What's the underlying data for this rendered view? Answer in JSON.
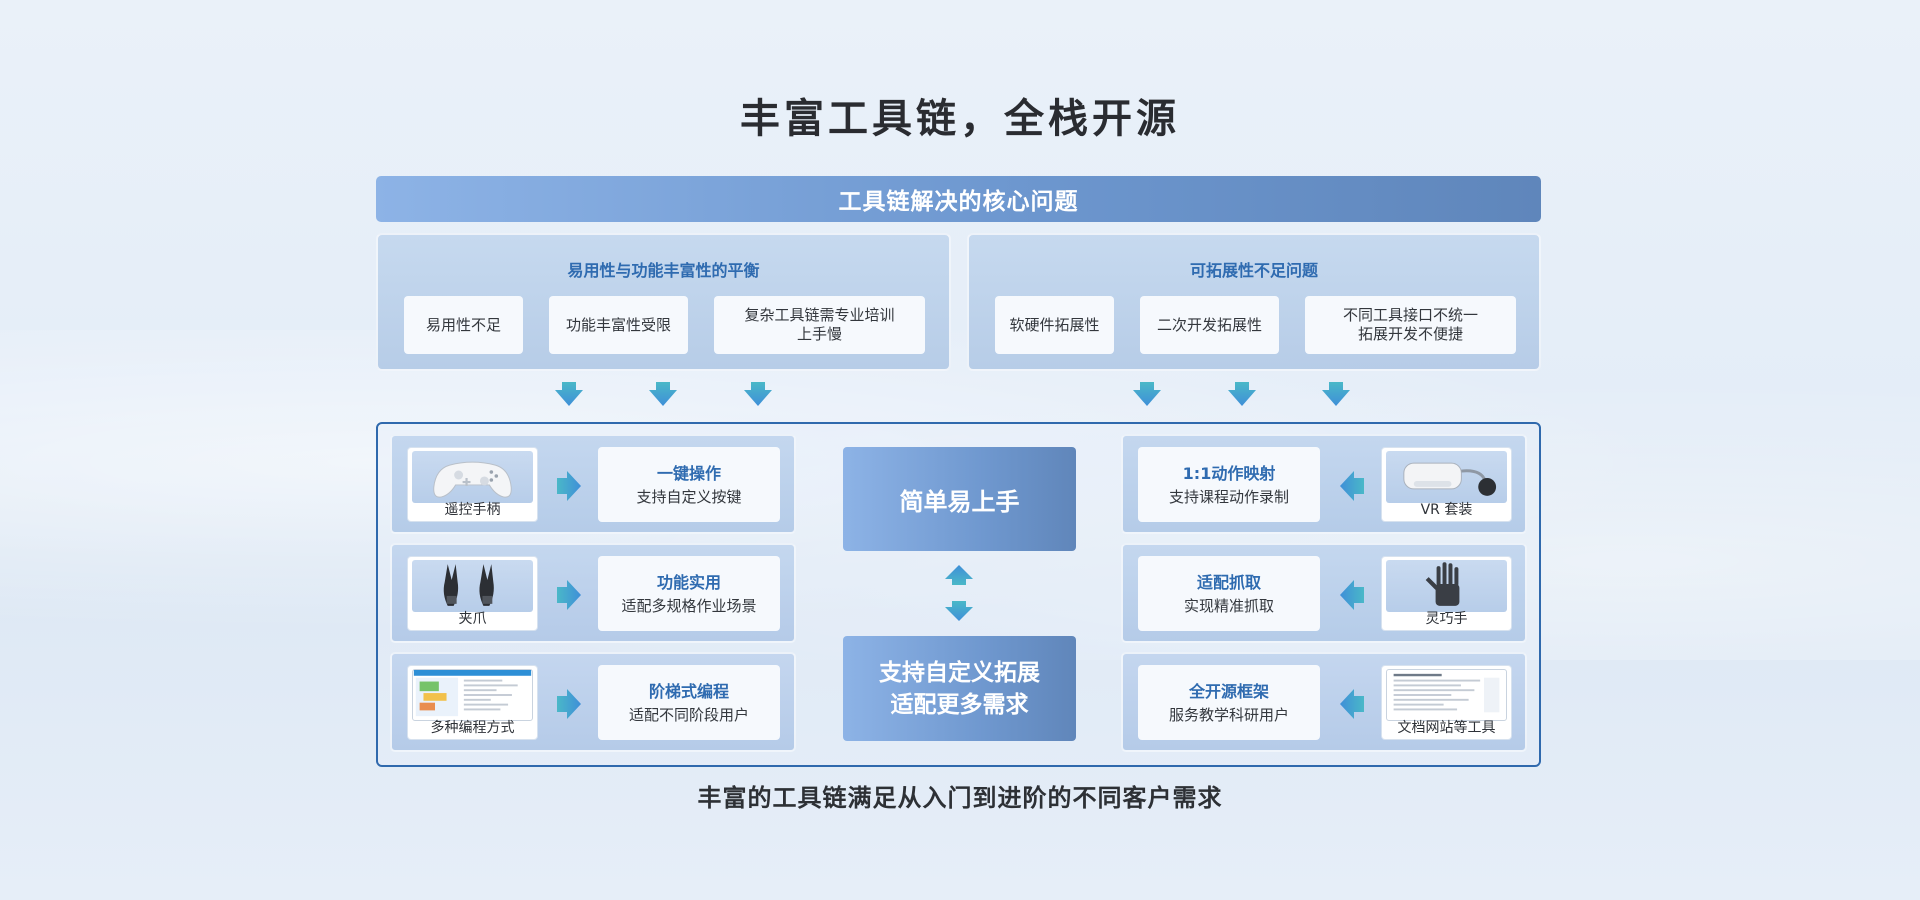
{
  "title": "丰富工具链，全栈开源",
  "banner": "工具链解决的核心问题",
  "problems": {
    "left": {
      "title": "易用性与功能丰富性的平衡",
      "items": [
        {
          "lines": [
            "易用性不足"
          ]
        },
        {
          "lines": [
            "功能丰富性受限"
          ]
        },
        {
          "lines": [
            "复杂工具链需专业培训",
            "上手慢"
          ]
        }
      ]
    },
    "right": {
      "title": "可拓展性不足问题",
      "items": [
        {
          "lines": [
            "软硬件拓展性"
          ]
        },
        {
          "lines": [
            "二次开发拓展性"
          ]
        },
        {
          "lines": [
            "不同工具接口不统一",
            "拓展开发不便捷"
          ]
        }
      ]
    }
  },
  "solutions": {
    "left": [
      {
        "thumb": "遥控手柄",
        "title": "一键操作",
        "sub": "支持自定义按键",
        "icon": "gamepad-icon"
      },
      {
        "thumb": "夹爪",
        "title": "功能实用",
        "sub": "适配多规格作业场景",
        "icon": "gripper-icon"
      },
      {
        "thumb": "多种编程方式",
        "title": "阶梯式编程",
        "sub": "适配不同阶段用户",
        "icon": "programming-screenshot-icon"
      }
    ],
    "right": [
      {
        "thumb": "VR 套装",
        "title": "1:1动作映射",
        "sub": "支持课程动作录制",
        "icon": "vr-headset-icon"
      },
      {
        "thumb": "灵巧手",
        "title": "适配抓取",
        "sub": "实现精准抓取",
        "icon": "dexterous-hand-icon"
      },
      {
        "thumb": "文档网站等工具",
        "title": "全开源框架",
        "sub": "服务教学科研用户",
        "icon": "document-page-icon"
      }
    ]
  },
  "center": {
    "top": "简单易上手",
    "bottom_line1": "支持自定义拓展",
    "bottom_line2": "适配更多需求"
  },
  "caption": "丰富的工具链满足从入门到进阶的不同客户需求",
  "colors": {
    "accent_blue": "#2f6bb0",
    "frame_blue": "#2f69ad",
    "arrow_blue": "#3f8fd8",
    "arrow_teal": "#4ab8c8"
  }
}
